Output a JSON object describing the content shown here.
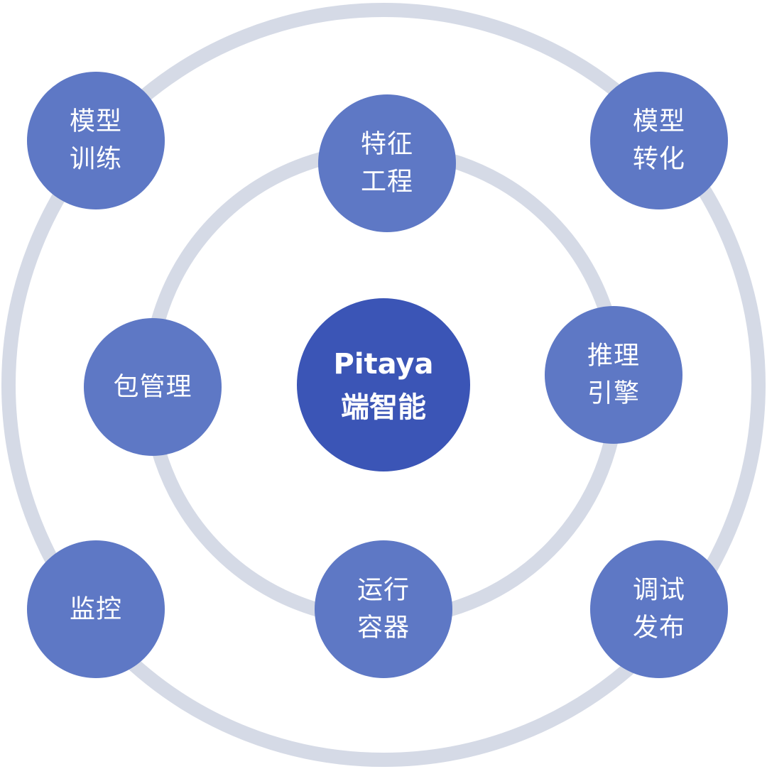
{
  "colors": {
    "ring": "#d5dae6",
    "node": "#5e78c5",
    "center": "#3b55b6",
    "text": "#ffffff"
  },
  "center": {
    "line1": "Pitaya",
    "line2": "端智能"
  },
  "nodes": {
    "feature_engineering": {
      "line1": "特征",
      "line2": "工程"
    },
    "inference_engine": {
      "line1": "推理",
      "line2": "引擎"
    },
    "runtime_container": {
      "line1": "运行",
      "line2": "容器"
    },
    "package_management": {
      "line1": "包管理"
    },
    "model_training": {
      "line1": "模型",
      "line2": "训练"
    },
    "model_conversion": {
      "line1": "模型",
      "line2": "转化"
    },
    "debug_release": {
      "line1": "调试",
      "line2": "发布"
    },
    "monitoring": {
      "line1": "监控"
    }
  }
}
